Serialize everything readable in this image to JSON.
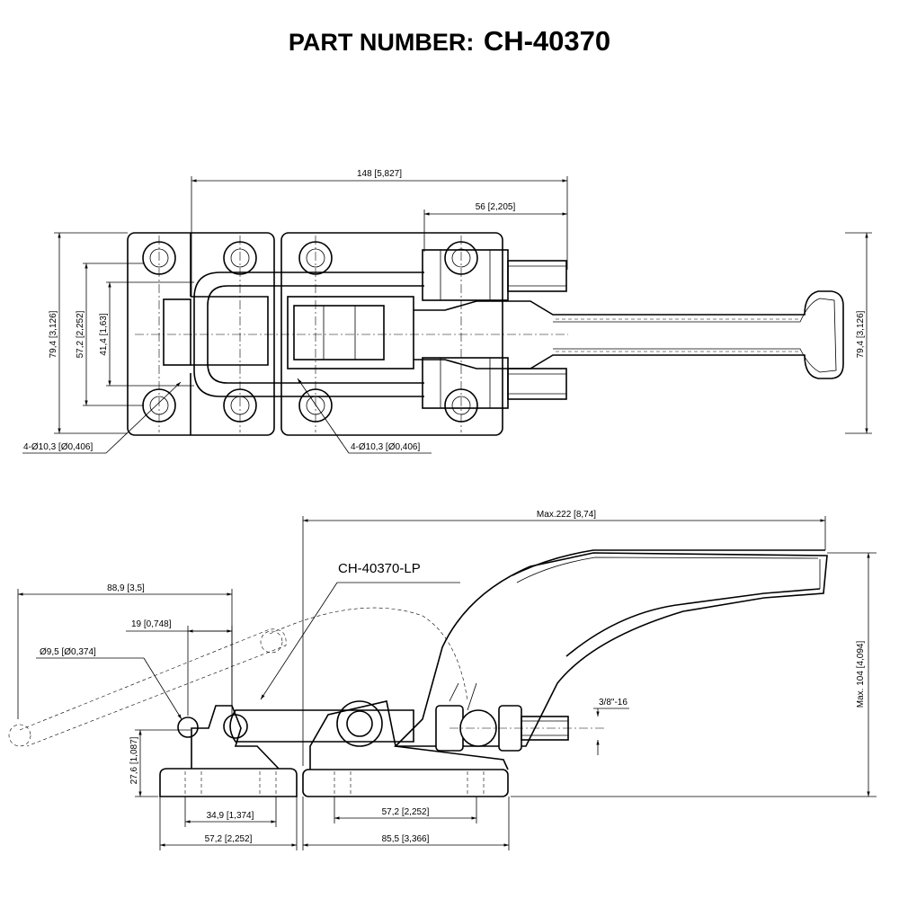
{
  "title": {
    "label": "PART NUMBER:",
    "part_number": "CH-40370"
  },
  "top_view": {
    "dim_overall_length": "148 [5,827]",
    "dim_rod_length": "56 [2,205]",
    "dim_height_left": "79,4 [3,126]",
    "dim_hole_spacing": "57,2 [2,252]",
    "dim_inner_width": "41,4 [1,63]",
    "dim_height_right": "79,4 [3,126]",
    "hole_note_left": "4-Ø10,3 [Ø0,406]",
    "hole_note_right": "4-Ø10,3 [Ø0,406]"
  },
  "side_view": {
    "dim_max_length": "Max.222 [8,74]",
    "dim_max_height": "Max. 104 [4,094]",
    "latch_plate_label": "CH-40370-LP",
    "dim_plate_reach": "88,9 [3,5]",
    "dim_pin_offset": "19 [0,748]",
    "dim_pin_diameter": "Ø9,5 [Ø0,374]",
    "dim_plate_height": "27,6 [1,087]",
    "thread_spec": "3/8\"-16",
    "dim_plate_holes": "34,9 [1,374]",
    "dim_plate_width": "57,2 [2,252]",
    "dim_base_holes": "57,2 [2,252]",
    "dim_base_length": "85,5 [3,366]"
  }
}
